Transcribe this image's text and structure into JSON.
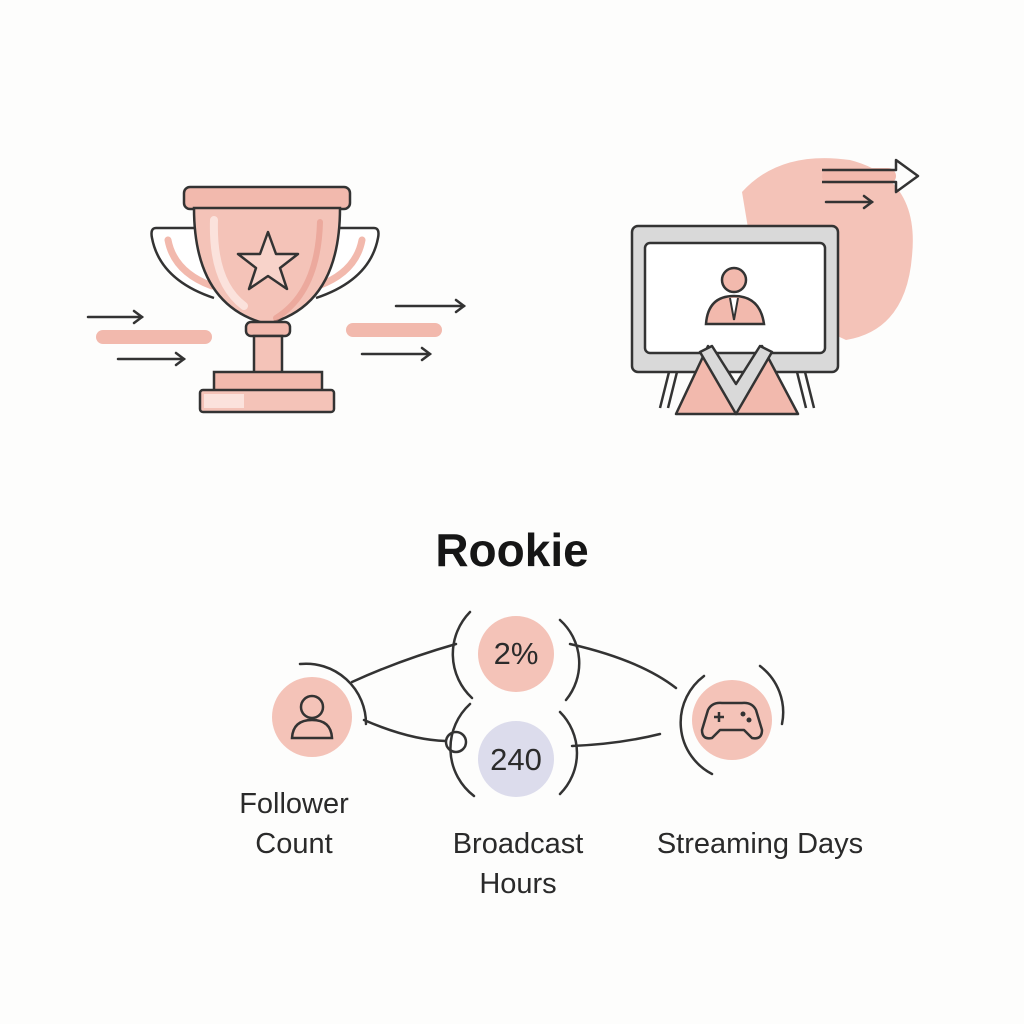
{
  "title": "Rookie",
  "stats": [
    {
      "value": "2%",
      "label_lines": []
    },
    {
      "value": "240",
      "label_lines": [
        "Broadcast",
        "Hours"
      ]
    }
  ],
  "nodes": {
    "follower": {
      "label_lines": [
        "Follower",
        "Count"
      ]
    },
    "streaming": {
      "label_lines": [
        "Streaming Days"
      ]
    }
  },
  "colors": {
    "accent": "#f2b9ad",
    "accent_dark": "#e6978a",
    "lavender": "#dcdcec",
    "stroke": "#333333",
    "screen_gray": "#d9d9d9"
  },
  "icons": [
    "trophy-icon",
    "star-icon",
    "tv-icon",
    "person-icon",
    "gamepad-icon",
    "arrow-icon"
  ]
}
